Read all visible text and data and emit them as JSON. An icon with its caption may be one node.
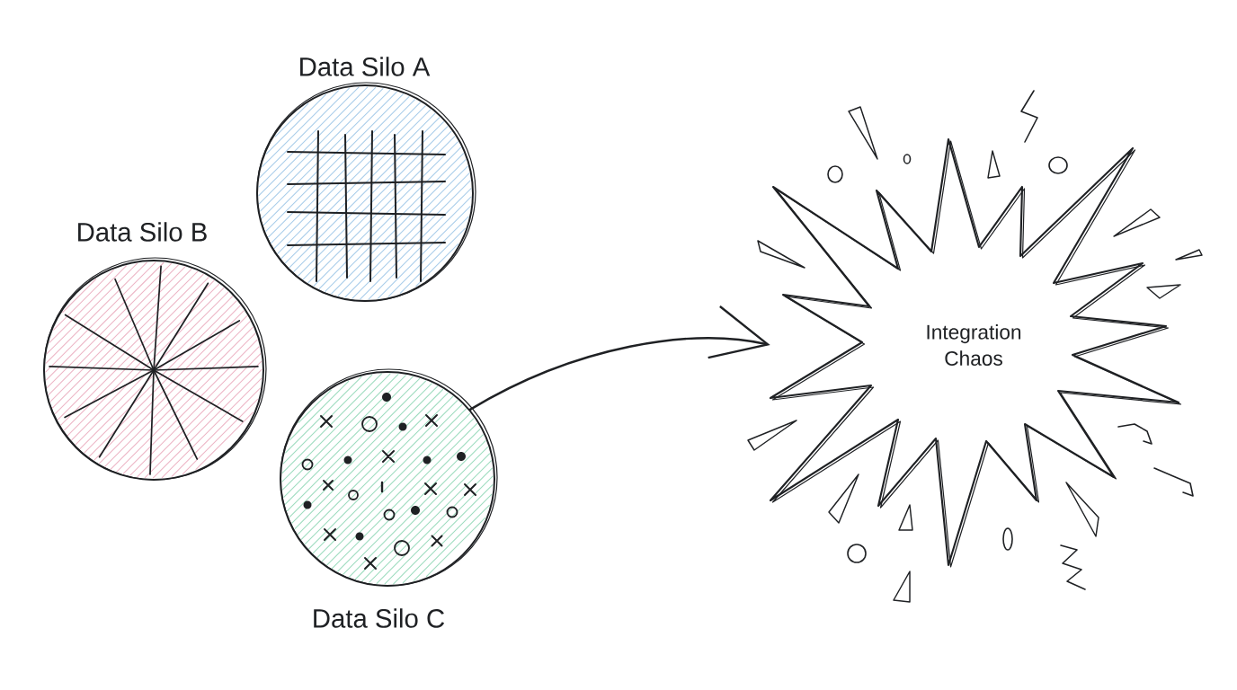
{
  "diagram": {
    "nodes": [
      {
        "text": [
          "Data Silo A"
        ]
      },
      {
        "text": [
          "Data Silo B"
        ]
      },
      {
        "text": [
          "Data Silo C"
        ]
      },
      {
        "text": [
          "Integration Chaos"
        ]
      }
    ],
    "edges": [
      {
        "from": 2,
        "to": 3,
        "arrow": "to"
      }
    ]
  }
}
